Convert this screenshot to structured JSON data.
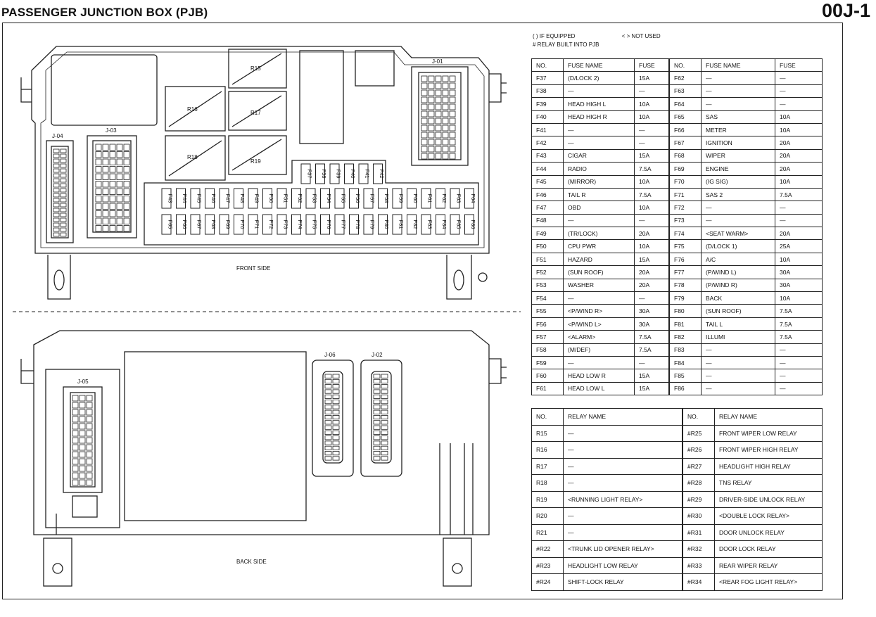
{
  "title": "PASSENGER JUNCTION BOX (PJB)",
  "page_id": "00J-1",
  "notes": {
    "if_equipped": "( ) IF EQUIPPED",
    "not_used": "< > NOT USED",
    "relay_built_in": "# RELAY BUILT INTO PJB"
  },
  "diagram": {
    "front_label": "FRONT SIDE",
    "back_label": "BACK SIDE",
    "connectors": [
      "J-01",
      "J-02",
      "J-03",
      "J-04",
      "J-05",
      "J-06"
    ],
    "relays": [
      "R15",
      "R16",
      "R17",
      "R18",
      "R19"
    ],
    "fuse_top_row": [
      "F37",
      "F38",
      "F39",
      "F40",
      "F41",
      "F42"
    ],
    "fuse_row_a": [
      "F43",
      "F44",
      "F45",
      "F46",
      "F47",
      "F48",
      "F49",
      "F50",
      "F51",
      "F52",
      "F53",
      "F54",
      "F55",
      "F56",
      "F57",
      "F58",
      "F59",
      "F60",
      "F61",
      "F62",
      "F63",
      "F64"
    ],
    "fuse_row_b": [
      "F65",
      "F66",
      "F67",
      "F68",
      "F69",
      "F70",
      "F71",
      "F72",
      "F73",
      "F74",
      "F75",
      "F76",
      "F77",
      "F78",
      "F79",
      "F80",
      "F81",
      "F82",
      "F83",
      "F84",
      "F85",
      "F86"
    ]
  },
  "fuse_table": {
    "headers": [
      "NO.",
      "FUSE NAME",
      "FUSE",
      "NO.",
      "FUSE NAME",
      "FUSE"
    ],
    "rows": [
      [
        "F37",
        "(D/LOCK 2)",
        "15A",
        "F62",
        "—",
        "—"
      ],
      [
        "F38",
        "—",
        "—",
        "F63",
        "—",
        "—"
      ],
      [
        "F39",
        "HEAD HIGH L",
        "10A",
        "F64",
        "—",
        "—"
      ],
      [
        "F40",
        "HEAD HIGH R",
        "10A",
        "F65",
        "SAS",
        "10A"
      ],
      [
        "F41",
        "—",
        "—",
        "F66",
        "METER",
        "10A"
      ],
      [
        "F42",
        "—",
        "—",
        "F67",
        "IGNITION",
        "20A"
      ],
      [
        "F43",
        "CIGAR",
        "15A",
        "F68",
        "WIPER",
        "20A"
      ],
      [
        "F44",
        "RADIO",
        "7.5A",
        "F69",
        "ENGINE",
        "20A"
      ],
      [
        "F45",
        "(MIRROR)",
        "10A",
        "F70",
        "(IG SIG)",
        "10A"
      ],
      [
        "F46",
        "TAIL R",
        "7.5A",
        "F71",
        "SAS 2",
        "7.5A"
      ],
      [
        "F47",
        "OBD",
        "10A",
        "F72",
        "—",
        "—"
      ],
      [
        "F48",
        "—",
        "—",
        "F73",
        "—",
        "—"
      ],
      [
        "F49",
        "(TR/LOCK)",
        "20A",
        "F74",
        "<SEAT WARM>",
        "20A"
      ],
      [
        "F50",
        "CPU PWR",
        "10A",
        "F75",
        "(D/LOCK 1)",
        "25A"
      ],
      [
        "F51",
        "HAZARD",
        "15A",
        "F76",
        "A/C",
        "10A"
      ],
      [
        "F52",
        "(SUN ROOF)",
        "20A",
        "F77",
        "(P/WIND L)",
        "30A"
      ],
      [
        "F53",
        "WASHER",
        "20A",
        "F78",
        "(P/WIND R)",
        "30A"
      ],
      [
        "F54",
        "—",
        "—",
        "F79",
        "BACK",
        "10A"
      ],
      [
        "F55",
        "<P/WIND R>",
        "30A",
        "F80",
        "(SUN ROOF)",
        "7.5A"
      ],
      [
        "F56",
        "<P/WIND L>",
        "30A",
        "F81",
        "TAIL L",
        "7.5A"
      ],
      [
        "F57",
        "<ALARM>",
        "7.5A",
        "F82",
        "ILLUMI",
        "7.5A"
      ],
      [
        "F58",
        "(M/DEF)",
        "7.5A",
        "F83",
        "—",
        "—"
      ],
      [
        "F59",
        "—",
        "—",
        "F84",
        "—",
        "—"
      ],
      [
        "F60",
        "HEAD LOW R",
        "15A",
        "F85",
        "—",
        "—"
      ],
      [
        "F61",
        "HEAD LOW L",
        "15A",
        "F86",
        "—",
        "—"
      ]
    ]
  },
  "relay_table": {
    "headers": [
      "NO.",
      "RELAY NAME",
      "NO.",
      "RELAY NAME"
    ],
    "rows": [
      [
        "R15",
        "—",
        "#R25",
        "FRONT WIPER LOW RELAY"
      ],
      [
        "R16",
        "—",
        "#R26",
        "FRONT WIPER HIGH RELAY"
      ],
      [
        "R17",
        "—",
        "#R27",
        "HEADLIGHT HIGH RELAY"
      ],
      [
        "R18",
        "—",
        "#R28",
        "TNS RELAY"
      ],
      [
        "R19",
        "<RUNNING LIGHT RELAY>",
        "#R29",
        "DRIVER-SIDE UNLOCK RELAY"
      ],
      [
        "R20",
        "—",
        "#R30",
        "<DOUBLE LOCK RELAY>"
      ],
      [
        "R21",
        "—",
        "#R31",
        "DOOR UNLOCK RELAY"
      ],
      [
        "#R22",
        "<TRUNK LID OPENER RELAY>",
        "#R32",
        "DOOR LOCK RELAY"
      ],
      [
        "#R23",
        "HEADLIGHT LOW RELAY",
        "#R33",
        "REAR WIPER RELAY"
      ],
      [
        "#R24",
        "SHIFT-LOCK RELAY",
        "#R34",
        "<REAR FOG LIGHT RELAY>"
      ]
    ]
  }
}
